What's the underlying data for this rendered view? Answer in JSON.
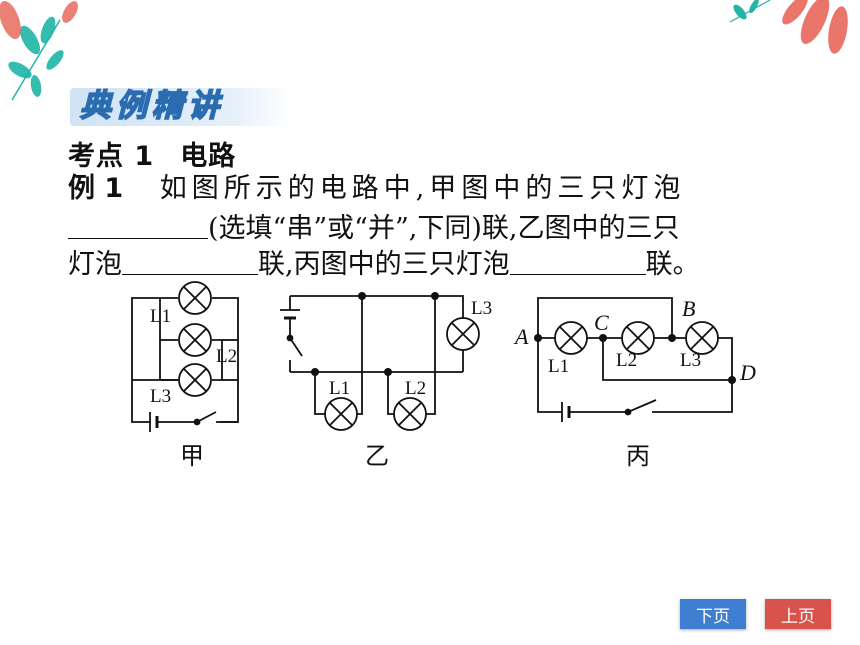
{
  "banner": "典例精讲",
  "section": {
    "label": "考点 1",
    "title": "电路"
  },
  "question": {
    "label": "例 1",
    "line1_text": "如图所示的电路中,甲图中的三只灯泡",
    "line2_text": "(选填“串”或“并”,下同)联,乙图中的三只",
    "line3_a": "灯泡",
    "line3_b": "联,丙图中的三只灯泡",
    "line3_c": "联。"
  },
  "circuits": {
    "jia": {
      "caption": "甲",
      "lamps": [
        "L1",
        "L2",
        "L3"
      ]
    },
    "yi": {
      "caption": "乙",
      "lamps": [
        "L1",
        "L2",
        "L3"
      ]
    },
    "bing": {
      "caption": "丙",
      "lamps": [
        "L1",
        "L2",
        "L3"
      ],
      "nodes": [
        "A",
        "B",
        "C",
        "D"
      ]
    }
  },
  "nav": {
    "next": "下页",
    "prev": "上页"
  },
  "colors": {
    "banner_stroke": "#2b6cb0",
    "next_button": "#3f7fd1",
    "prev_button": "#d9524c"
  }
}
